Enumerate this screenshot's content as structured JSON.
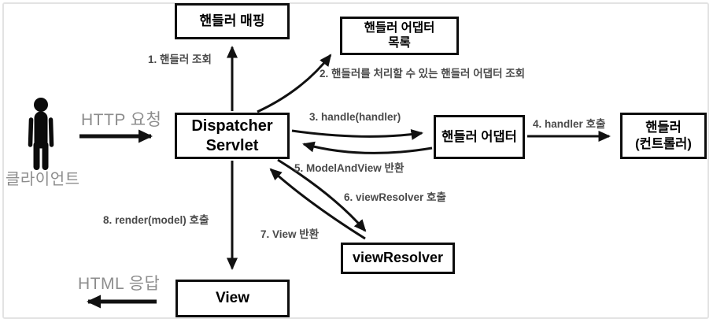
{
  "diagram_title": "Spring MVC DispatcherServlet request flow",
  "colors": {
    "background": "#ffffff",
    "frame_border": "#e3e3e3",
    "box_border": "#0d0d0d",
    "box_text": "#000000",
    "arrow": "#111111",
    "step_label": "#4a4a4a",
    "big_label": "#8d8d8d"
  },
  "actor": {
    "icon": "person-icon",
    "label": "클라이언트"
  },
  "boxes": {
    "handler_mapping": {
      "line1": "핸들러 매핑"
    },
    "handler_adapter_list": {
      "line1": "핸들러 어댑터",
      "line2": "목록"
    },
    "dispatcher_servlet": {
      "line1": "Dispatcher",
      "line2": "Servlet"
    },
    "handler_adapter": {
      "line1": "핸들러 어댑터"
    },
    "handler_controller": {
      "line1": "핸들러",
      "line2": "(컨트롤러)"
    },
    "view_resolver": {
      "line1": "viewResolver"
    },
    "view": {
      "line1": "View"
    }
  },
  "labels": {
    "http_request": "HTTP 요청",
    "html_response": "HTML 응답",
    "step1": "1. 핸들러 조회",
    "step2": "2. 핸들러를 처리할 수 있는 핸들러 어댑터 조회",
    "step3": "3. handle(handler)",
    "step4": "4. handler 호출",
    "step5": "5. ModelAndView 반환",
    "step6": "6. viewResolver 호출",
    "step7": "7. View 반환",
    "step8": "8. render(model) 호출"
  }
}
